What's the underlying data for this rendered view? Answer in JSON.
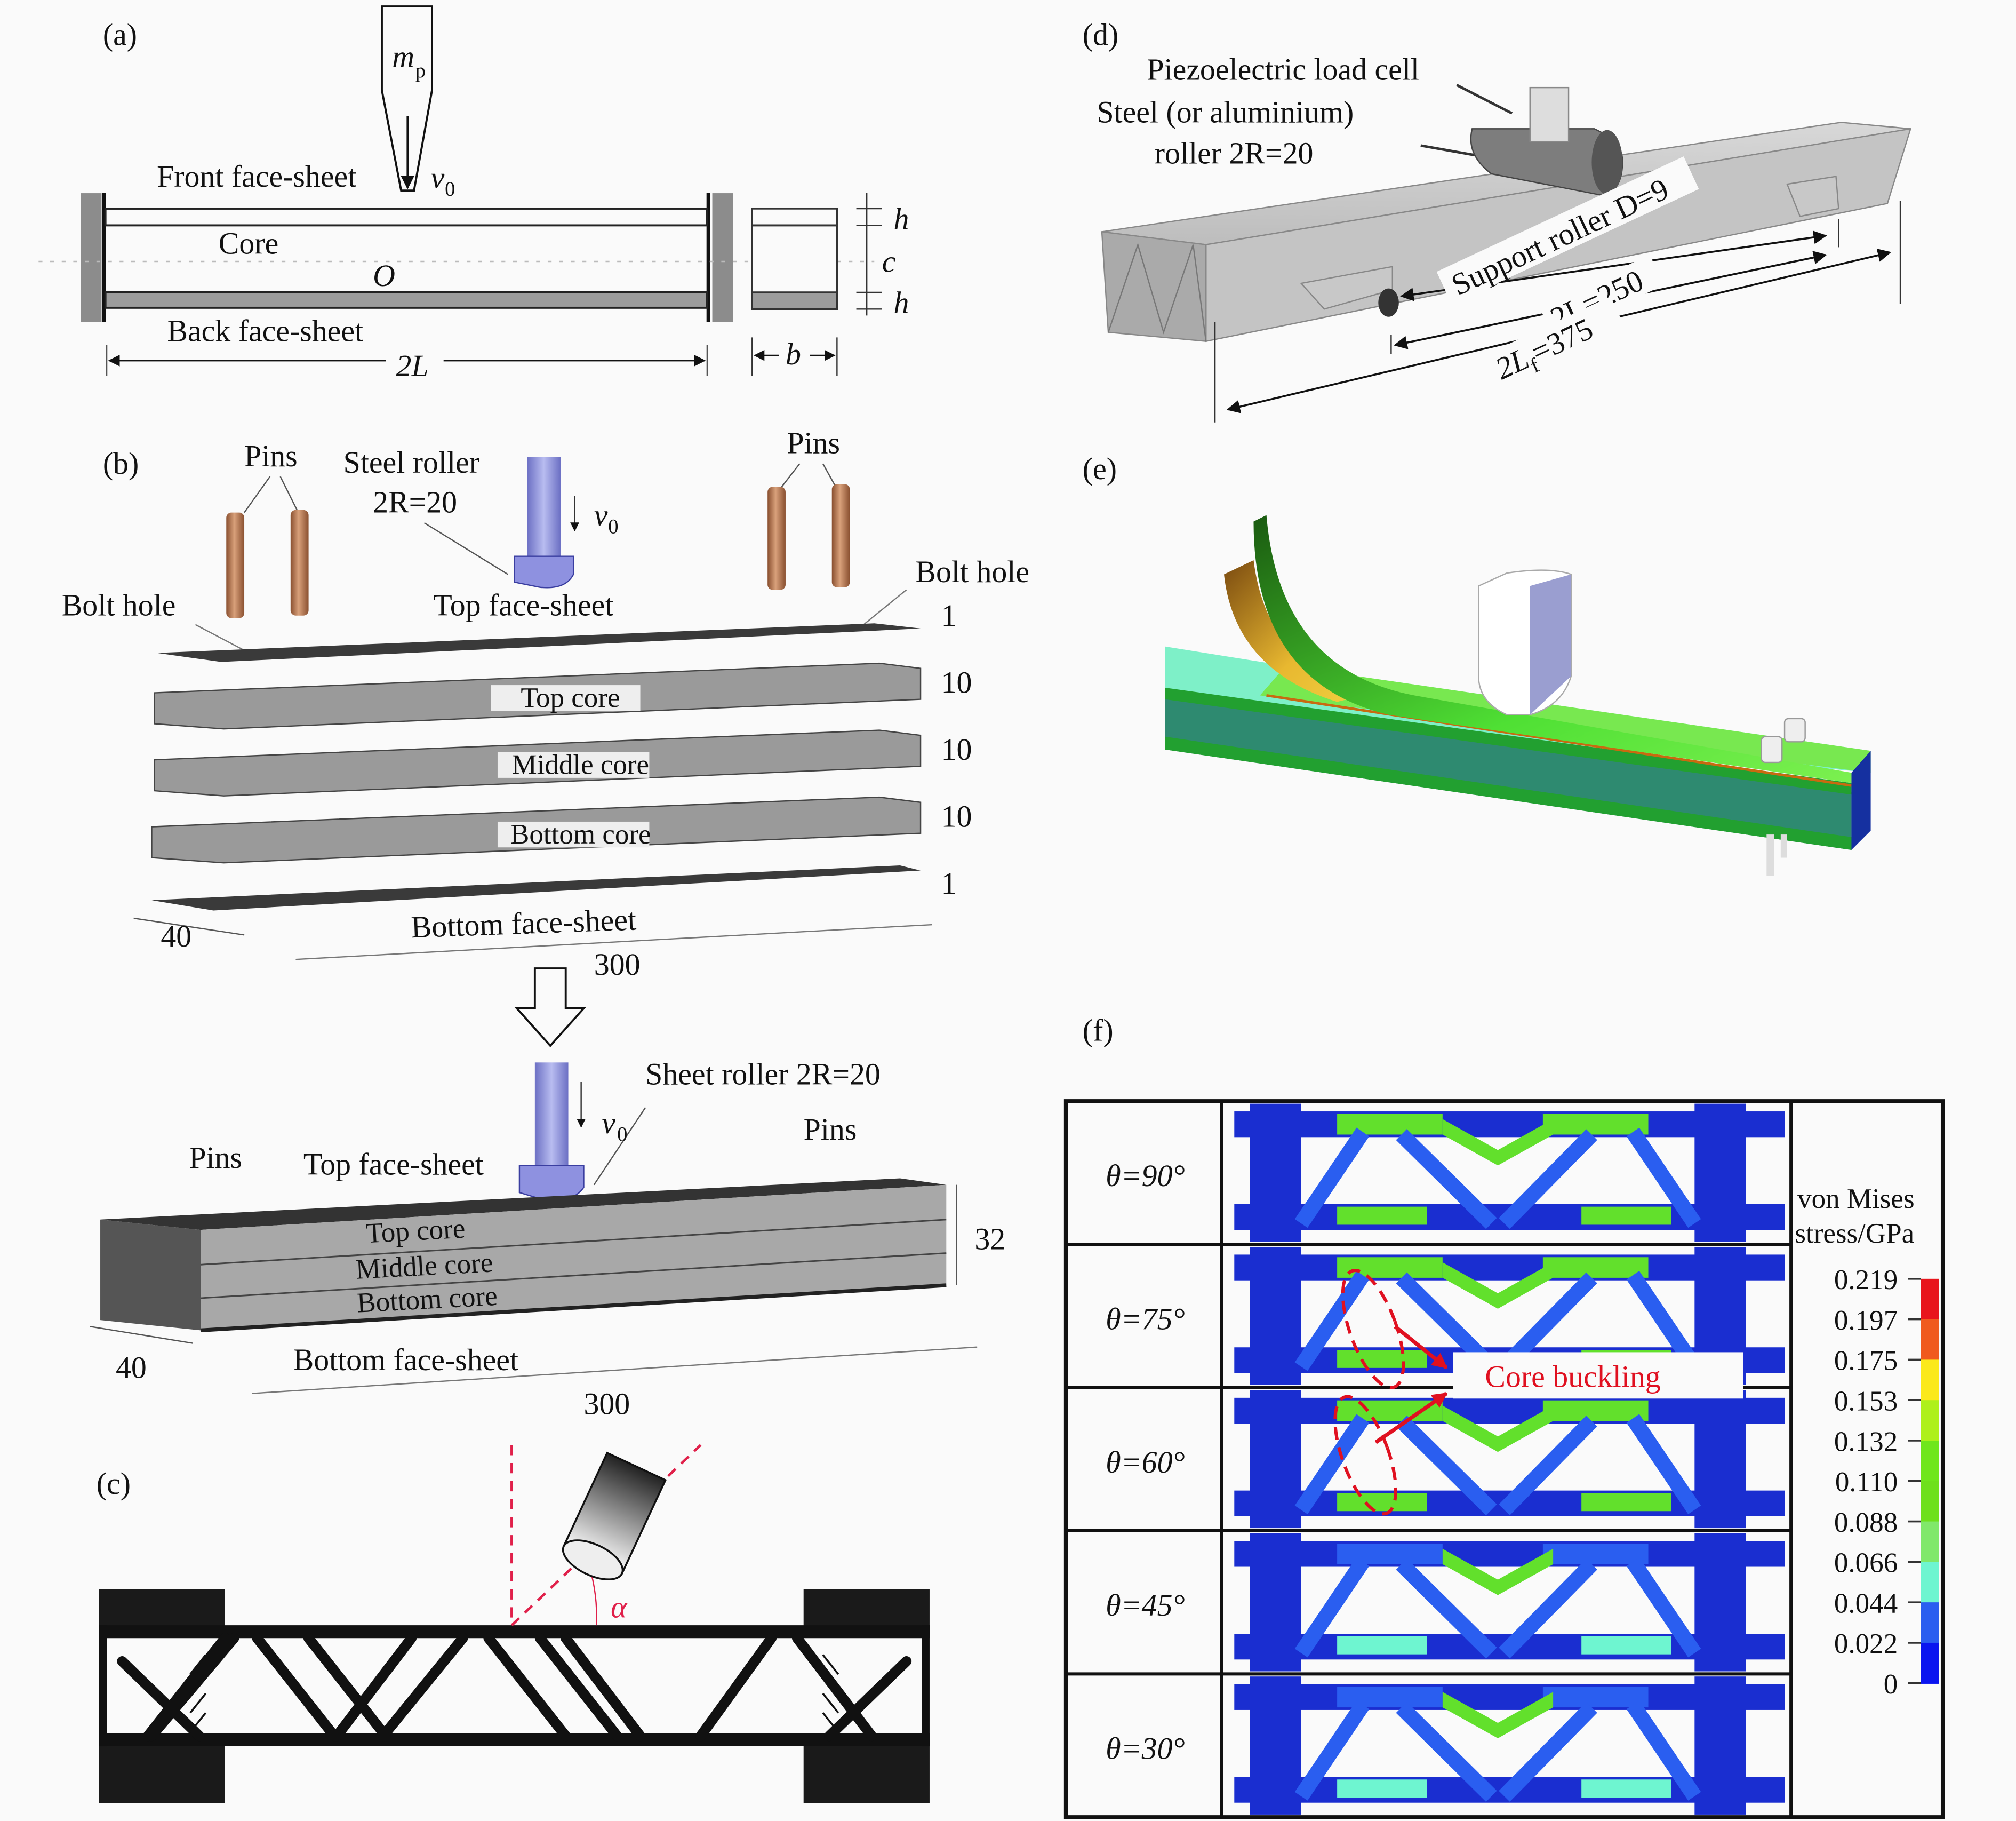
{
  "panel_labels": {
    "a": "(a)",
    "b": "(b)",
    "c": "(c)",
    "d": "(d)",
    "e": "(e)",
    "f": "(f)"
  },
  "panel_a": {
    "mass": "m",
    "mass_sub": "p",
    "velocity": "v",
    "velocity_sub": "0",
    "front_face_sheet": "Front face-sheet",
    "core": "Core",
    "origin": "O",
    "back_face_sheet": "Back face-sheet",
    "span": "2L",
    "width": "b",
    "face_thickness_top": "h",
    "core_thickness": "c",
    "face_thickness_bottom": "h"
  },
  "panel_b": {
    "exploded": {
      "pins_left": "Pins",
      "pins_right": "Pins",
      "roller_label_1": "Steel roller",
      "roller_label_2": "2R=20",
      "velocity": "v",
      "velocity_sub": "0",
      "bolt_hole_left": "Bolt hole",
      "bolt_hole_right": "Bolt hole",
      "top_face_sheet": "Top face-sheet",
      "top_core": "Top core",
      "middle_core": "Middle core",
      "bottom_core": "Bottom core",
      "bottom_face_sheet": "Bottom face-sheet",
      "dim_top_sheet": "1",
      "dim_top_core": "10",
      "dim_middle_core": "10",
      "dim_bottom_core": "10",
      "dim_bottom_sheet": "1",
      "dim_width": "40",
      "dim_length": "300"
    },
    "assembled": {
      "roller_label": "Sheet roller 2R=20",
      "velocity": "v",
      "velocity_sub": "0",
      "pins_left": "Pins",
      "pins_right": "Pins",
      "top_face_sheet": "Top face-sheet",
      "top_core": "Top core",
      "middle_core": "Middle core",
      "bottom_core": "Bottom core",
      "bottom_face_sheet": "Bottom face-sheet",
      "dim_height": "32",
      "dim_width": "40",
      "dim_length": "300"
    }
  },
  "panel_c": {
    "angle": "α"
  },
  "panel_d": {
    "load_cell": "Piezoelectric load cell",
    "roller_line_1": "Steel (or aluminium)",
    "roller_line_2": "roller 2R=20",
    "support_roller": "Support roller D=9",
    "span": "2L=250",
    "full_length": "2L",
    "full_length_sub": "f",
    "full_length_value": "=375"
  },
  "panel_f": {
    "rows": [
      {
        "label": "θ=90°"
      },
      {
        "label": "θ=75°"
      },
      {
        "label": "θ=60°"
      },
      {
        "label": "θ=45°"
      },
      {
        "label": "θ=30°"
      }
    ],
    "annotation": "Core buckling",
    "annotation_color": "#e01020",
    "legend_title_1": "von Mises",
    "legend_title_2": "stress/GPa",
    "legend_ticks": [
      "0.219",
      "0.197",
      "0.175",
      "0.153",
      "0.132",
      "0.110",
      "0.088",
      "0.066",
      "0.044",
      "0.022",
      "0"
    ],
    "legend_colors": [
      "#e8141c",
      "#f05a1e",
      "#fbe91a",
      "#aef01a",
      "#6fe61c",
      "#6ee01c",
      "#80e86a",
      "#6ef5d0",
      "#2a5ef0",
      "#0a14f0"
    ]
  },
  "colors": {
    "ink": "#111111",
    "gray_frame": "#8c8c8c",
    "dark_sheet": "#3a3a3a",
    "core_gray": "#9a9a9a",
    "pin_copper": "#b87a4e",
    "roller_purple": "#8b8fd6",
    "fe_green": "#5ee83a",
    "fe_teal": "#2e8a70",
    "fe_blue_dark": "#1530a0",
    "fe_orange": "#e8a020",
    "dash_red": "#e0204a"
  }
}
